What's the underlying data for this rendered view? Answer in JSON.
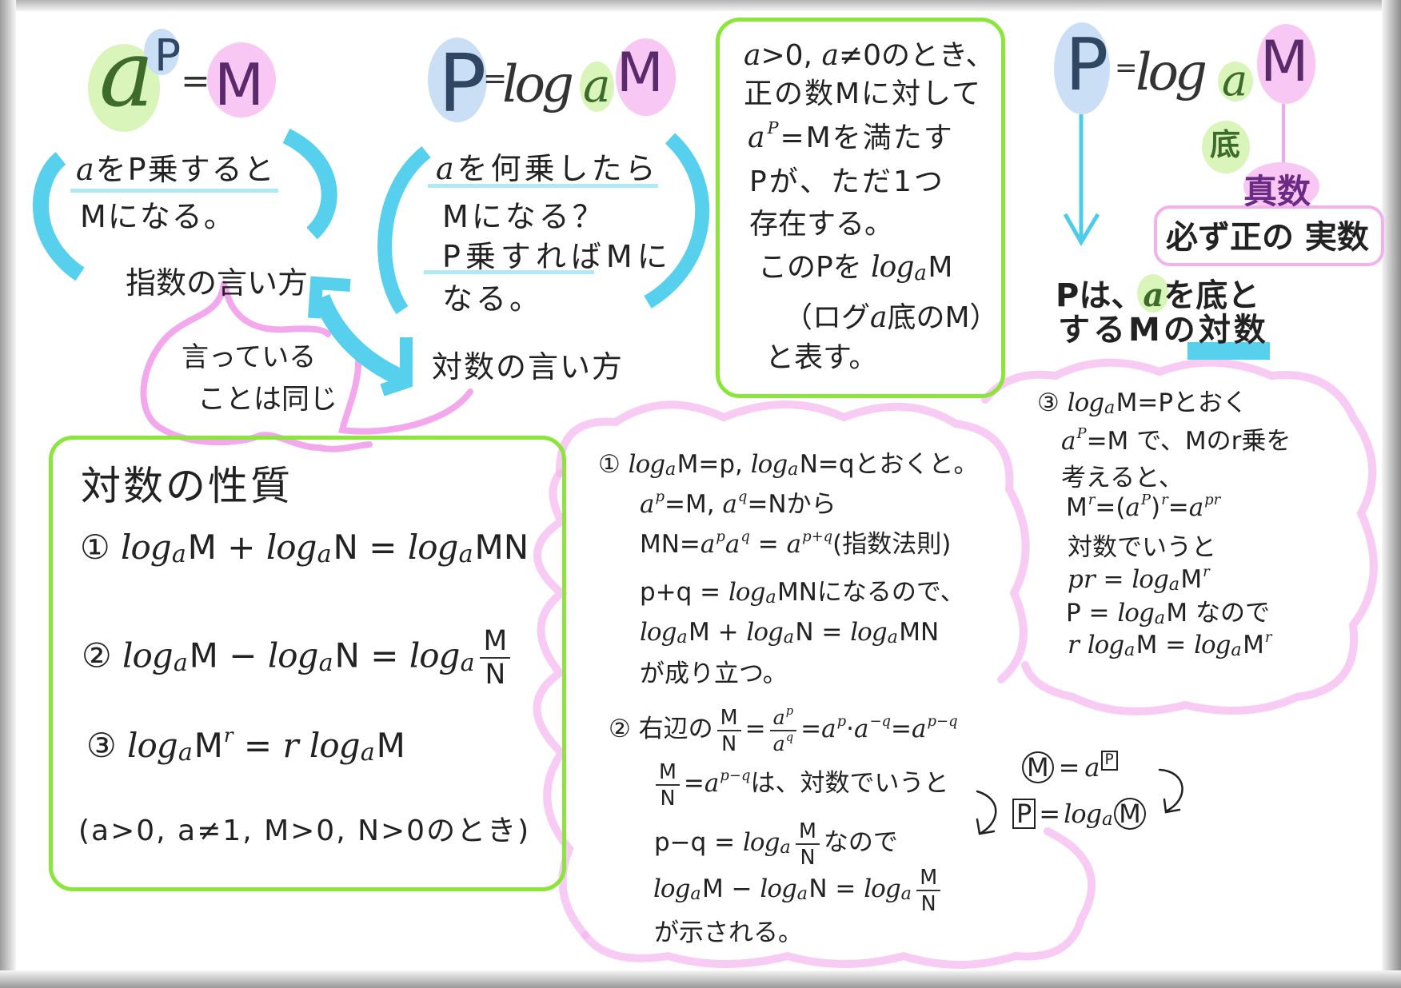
{
  "colors": {
    "highlight_cyan": "#56d0ec",
    "underline_cyan": "#aeeaf4",
    "frame_green": "#8be53a",
    "base_green_fill": "#d9f5b9",
    "exponent_blue_fill": "#cadff6",
    "value_pink_fill": "#f9c7f3",
    "cloud_pink": "#f5b5ef",
    "ink": "#222222"
  },
  "exponential_form": {
    "base": "a",
    "exponent": "P",
    "equals": "=",
    "value": "M"
  },
  "logarithmic_form": {
    "lhs": "P",
    "equals": "=",
    "log": "log",
    "base": "a",
    "value": "M"
  },
  "exponent_reading": {
    "line1": [
      "a",
      "をP乗すると"
    ],
    "line2": "Mになる。",
    "label": "指数の言い方"
  },
  "log_reading": {
    "line1": [
      "a",
      "を何乗したら"
    ],
    "line2": "Mになる？",
    "line3": "P乗すればMに",
    "line4": "なる。",
    "label": "対数の言い方"
  },
  "same_meaning_bubble": {
    "line1": "言っている",
    "line2": "ことは同じ"
  },
  "definition_box": {
    "line1": [
      "a",
      ">0, ",
      "a",
      "≠0のとき、"
    ],
    "line2": "正の数Mに対して",
    "line3": [
      "a",
      "P",
      "=Mを満たす"
    ],
    "line4": "Pが、ただ1つ",
    "line5": "存在する。",
    "line6": [
      "このPを ",
      "log",
      "a",
      "M"
    ],
    "line7": [
      "（ログ",
      "a",
      "底のM）"
    ],
    "line8": "と表す。"
  },
  "terminology": {
    "formula": {
      "lhs": "P",
      "equals": "=",
      "log": "log",
      "base": "a",
      "value": "M"
    },
    "base_label": "底",
    "antilog_label": "真数",
    "antilog_note": "必ず正の 実数",
    "sentence_line1": [
      "Pは、",
      "a",
      "を底と"
    ],
    "sentence_line2": [
      "するMの",
      "対数"
    ]
  },
  "properties_box": {
    "title": "対数の性質",
    "rule1": [
      "①",
      "log",
      "a",
      "M",
      " + ",
      "log",
      "a",
      "N",
      " = ",
      "log",
      "a",
      "MN"
    ],
    "rule2": [
      "②",
      "log",
      "a",
      "M",
      " − ",
      "log",
      "a",
      "N",
      " = ",
      "log",
      "a",
      "M",
      "N"
    ],
    "rule3": [
      "③",
      "log",
      "a",
      "M",
      "r",
      " = ",
      "r ",
      "log",
      "a",
      "M"
    ],
    "conditions": "(a>0, a≠1, M>0, N>0のとき)"
  },
  "proof_1": {
    "line1": [
      "①",
      "log",
      "a",
      "M=p, ",
      "log",
      "a",
      "N=qとおくと。"
    ],
    "line2": [
      "a",
      "p",
      "=M, ",
      "a",
      "q",
      "=Nから"
    ],
    "line3": [
      "MN=",
      "a",
      "p",
      "a",
      "q",
      " = ",
      "a",
      "p+q",
      "(指数法則)"
    ],
    "line4": [
      "p+q = ",
      "log",
      "a",
      "MNになるので、"
    ],
    "line5": [
      "log",
      "a",
      "M + ",
      "log",
      "a",
      "N = ",
      "log",
      "a",
      "MN"
    ],
    "line6": "が成り立つ。"
  },
  "proof_2": {
    "line1": [
      "②",
      "右辺の",
      "M",
      "N",
      "=",
      "a",
      "p",
      "a",
      "q",
      "=",
      "a",
      "p",
      "·",
      "a",
      "−q",
      "=",
      "a",
      "p−q"
    ],
    "line2": [
      "M",
      "N",
      "=",
      "a",
      "p−q",
      "は、対数でいうと"
    ],
    "line3": [
      "p−q = ",
      "log",
      "a",
      "M",
      "N",
      "なので"
    ],
    "line4": [
      "log",
      "a",
      "M − ",
      "log",
      "a",
      "N = ",
      "log",
      "a",
      "M",
      "N"
    ],
    "line5": "が示される。"
  },
  "side_note": {
    "line1": [
      "M",
      "=",
      "a",
      "P"
    ],
    "line2": [
      "P",
      "=",
      "log",
      "a",
      "M"
    ]
  },
  "proof_3": {
    "line1": [
      "③",
      "log",
      "a",
      "M=Pとおく"
    ],
    "line2": [
      "a",
      "P",
      "=M で、Mのr乗を"
    ],
    "line3": "考えると、",
    "line4": [
      "M",
      "r",
      "=(",
      "a",
      "P",
      ")",
      "r",
      "=",
      "a",
      "pr"
    ],
    "line5": "対数でいうと",
    "line6": [
      "pr = ",
      "log",
      "a",
      "M",
      "r"
    ],
    "line7": [
      "P = ",
      "log",
      "a",
      "M なので"
    ],
    "line8": [
      "r ",
      "log",
      "a",
      "M = ",
      "log",
      "a",
      "M",
      "r"
    ]
  }
}
